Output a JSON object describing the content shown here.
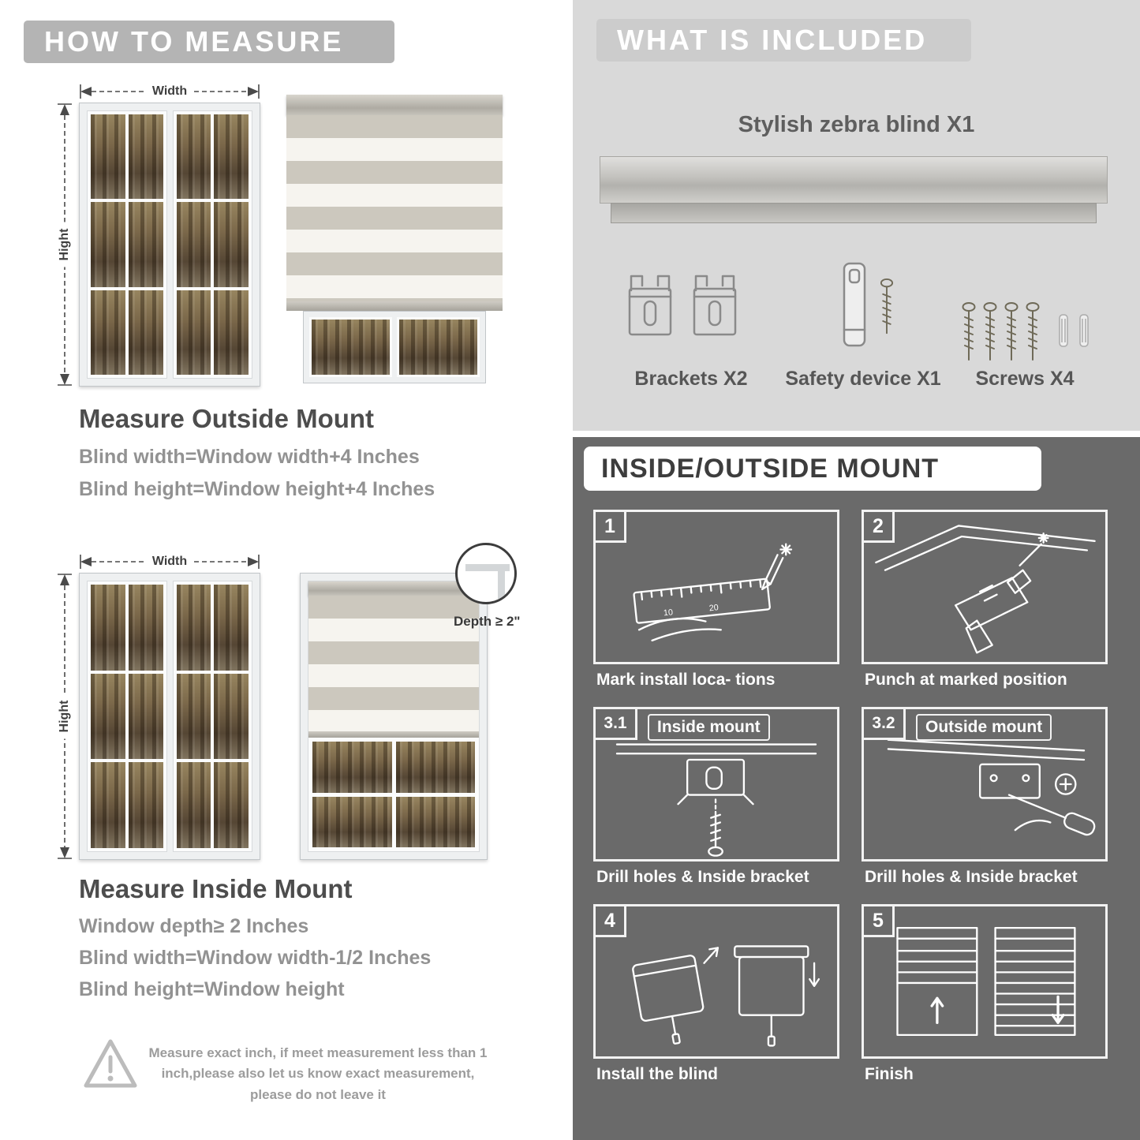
{
  "left": {
    "header": "HOW TO MEASURE",
    "labels": {
      "width": "Width",
      "height": "Hight",
      "depth": "Depth ≥ 2\""
    },
    "outside": {
      "title": "Measure Outside Mount",
      "lines": [
        "Blind width=Window width+4 Inches",
        "Blind height=Window height+4 Inches"
      ]
    },
    "inside": {
      "title": "Measure Inside Mount",
      "lines": [
        "Window depth≥ 2 Inches",
        "Blind width=Window width-1/2 Inches",
        "Blind height=Window height"
      ]
    },
    "note": "Measure exact inch, if meet measurement less than 1 inch,please also let us know exact measurement, please do not leave it"
  },
  "right": {
    "included": {
      "header": "WHAT IS INCLUDED",
      "product": "Stylish zebra blind X1",
      "items": [
        {
          "label": "Brackets X2"
        },
        {
          "label": "Safety device X1"
        },
        {
          "label": "Screws X4"
        }
      ]
    },
    "mount": {
      "header": "INSIDE/OUTSIDE MOUNT",
      "steps": [
        {
          "num": "1",
          "caption": "Mark install loca- tions"
        },
        {
          "num": "2",
          "caption": "Punch at  marked position"
        },
        {
          "num": "3.1",
          "label": "Inside mount",
          "caption": "Drill holes &  Inside bracket"
        },
        {
          "num": "3.2",
          "label": "Outside mount",
          "caption": "Drill holes &  Inside bracket"
        },
        {
          "num": "4",
          "caption": "Install the blind"
        },
        {
          "num": "5",
          "caption": "Finish"
        }
      ]
    }
  },
  "colors": {
    "banner_gray": "#b4b4b4",
    "panel_light": "#d9d9d9",
    "panel_dark": "#6a6a6a",
    "heading_text": "#4d4d4d",
    "body_gray_text": "#929292"
  }
}
